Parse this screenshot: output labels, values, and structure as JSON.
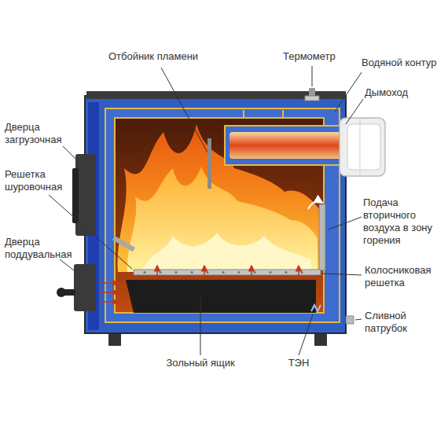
{
  "diagram": {
    "labels": [
      "Отбойник пламени",
      "Термометр",
      "Водяной контур",
      "Дымоход",
      "Дверца загрузочная",
      "Решетка шуровочная",
      "Подача вторичного воздуха в зону горения",
      "Дверца поддувальная",
      "Колосниковая решетка",
      "Сливной патрубок",
      "Зольный ящик",
      "ТЭН"
    ]
  }
}
